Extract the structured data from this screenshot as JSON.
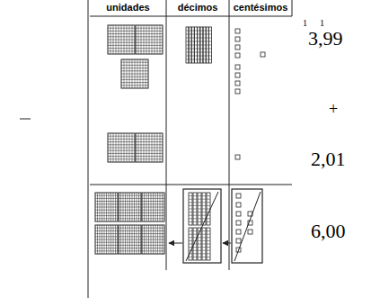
{
  "diagram": {
    "labels": [
      "unidades",
      "décimos",
      "centésimos",
      "1",
      "1",
      "3,99",
      "+",
      "2,01",
      "6,00"
    ]
  }
}
